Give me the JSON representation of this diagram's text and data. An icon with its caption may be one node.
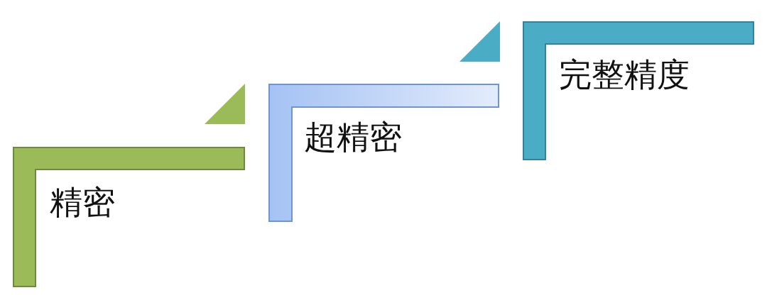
{
  "diagram": {
    "nodes": [
      {
        "text": [
          "精密"
        ]
      },
      {
        "text": [
          "超精密"
        ]
      },
      {
        "text": [
          "完整精度"
        ]
      }
    ]
  }
}
